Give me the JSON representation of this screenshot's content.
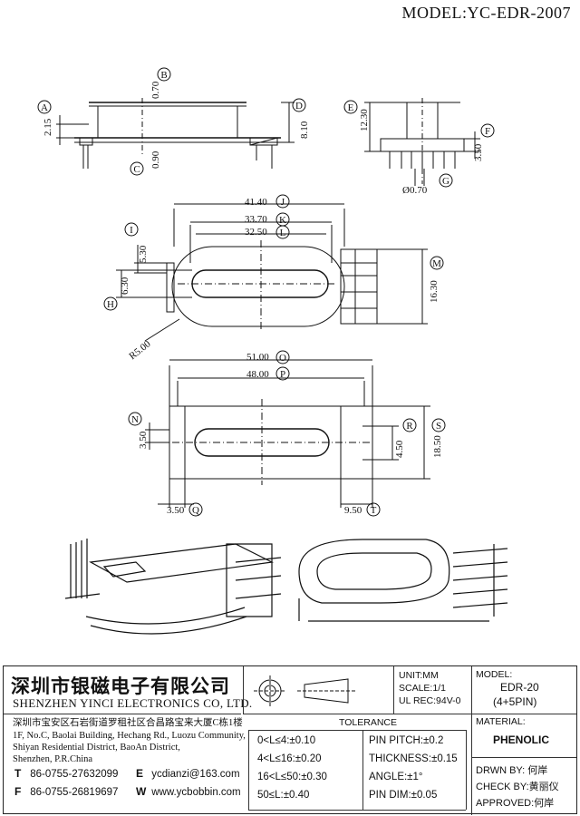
{
  "header": {
    "model": "MODEL:YC-EDR-2007"
  },
  "dimensions": {
    "A": "2.15",
    "B": "0.70",
    "C": "0.90",
    "D": "8.10",
    "E": "12.30",
    "F": "3.50",
    "G": "Ø0.70",
    "J": "41.40",
    "K": "33.70",
    "L": "32.50",
    "I": "5.30",
    "H": "6.30",
    "M": "16.30",
    "R5": "R5.00",
    "O": "51.00",
    "P": "48.00",
    "N": "3.50",
    "R": "4.50",
    "S": "18.50",
    "Q": "3.50",
    "T": "9.50"
  },
  "callouts": [
    "A",
    "B",
    "C",
    "D",
    "E",
    "F",
    "G",
    "H",
    "I",
    "J",
    "K",
    "L",
    "M",
    "N",
    "O",
    "P",
    "Q",
    "R",
    "S",
    "T"
  ],
  "title_block": {
    "company_cn": "深圳市银磁电子有限公司",
    "company_en": "SHENZHEN YINCI ELECTRONICS CO, LTD.",
    "address_cn": "深圳市宝安区石岩街道罗租社区合昌路宝来大厦C栋1楼",
    "address_en_1": "1F, No.C, Baolai Building, Hechang Rd., Luozu Community,",
    "address_en_2": "Shiyan Residential District, BaoAn District,",
    "address_en_3": "Shenzhen, P.R.China",
    "tel_label": "T",
    "tel": "86-0755-27632099",
    "fax_label": "F",
    "fax": "86-0755-26819697",
    "email_label": "E",
    "email": "ycdianzi@163.com",
    "web_label": "W",
    "web": "www.ycbobbin.com",
    "unit": "UNIT:MM",
    "scale": "SCALE:1/1",
    "ul": "UL REC:94V-0",
    "model_label": "MODEL:",
    "model_value_1": "EDR-20",
    "model_value_2": "(4+5PIN)",
    "tolerance_title": "TOLERANCE",
    "tol_1": "0<L≤4:±0.10",
    "tol_2": "4<L≤16:±0.20",
    "tol_3": "16<L≤50:±0.30",
    "tol_4": "50≤L:±0.40",
    "pin_pitch": "PIN PITCH:±0.2",
    "thickness": "THICKNESS:±0.15",
    "angle": "ANGLE:±1°",
    "pin_dim": "PIN DIM:±0.05",
    "material_label": "MATERIAL:",
    "material": "PHENOLIC",
    "drawn_by": "DRWN BY: 何岸",
    "check_by": "CHECK BY:黄丽仪",
    "approved": "APPROVED:何岸"
  }
}
